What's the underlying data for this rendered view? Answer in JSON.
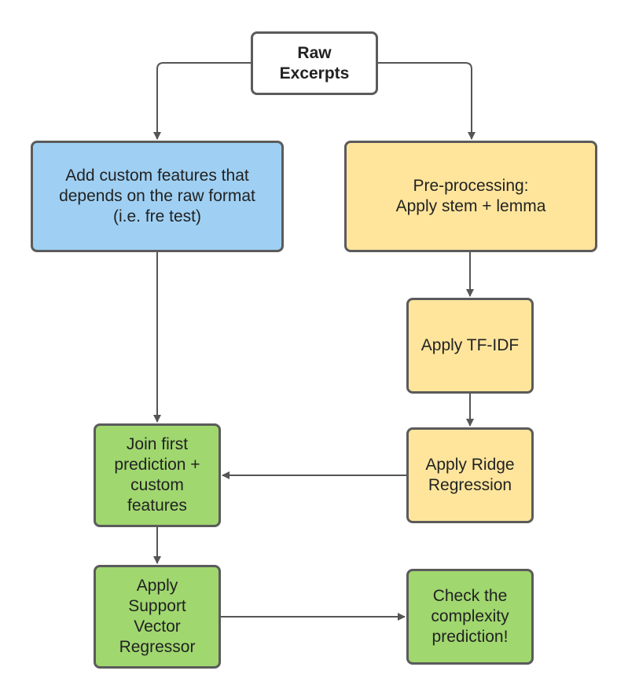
{
  "colors": {
    "edge": "#555555",
    "node_border": "#5b5b5b",
    "white": "#ffffff",
    "blue": "#9fd0f3",
    "yellow": "#ffe59c",
    "green": "#a0d76f"
  },
  "nodes": {
    "raw": {
      "label": "Raw\nExcerpts"
    },
    "custom": {
      "label": "Add custom features that\ndepends on the raw format\n(i.e. fre test)"
    },
    "pre": {
      "label": "Pre-processing:\nApply stem + lemma"
    },
    "tfidf": {
      "label": "Apply TF-IDF"
    },
    "ridge": {
      "label": "Apply Ridge\nRegression"
    },
    "join": {
      "label": "Join first\nprediction +\ncustom\nfeatures"
    },
    "svr": {
      "label": "Apply\nSupport\nVector\nRegressor"
    },
    "check": {
      "label": "Check the\ncomplexity\nprediction!"
    }
  },
  "edges": [
    {
      "from": "raw",
      "to": "custom"
    },
    {
      "from": "raw",
      "to": "pre"
    },
    {
      "from": "custom",
      "to": "join"
    },
    {
      "from": "pre",
      "to": "tfidf"
    },
    {
      "from": "tfidf",
      "to": "ridge"
    },
    {
      "from": "ridge",
      "to": "join"
    },
    {
      "from": "join",
      "to": "svr"
    },
    {
      "from": "svr",
      "to": "check"
    }
  ]
}
